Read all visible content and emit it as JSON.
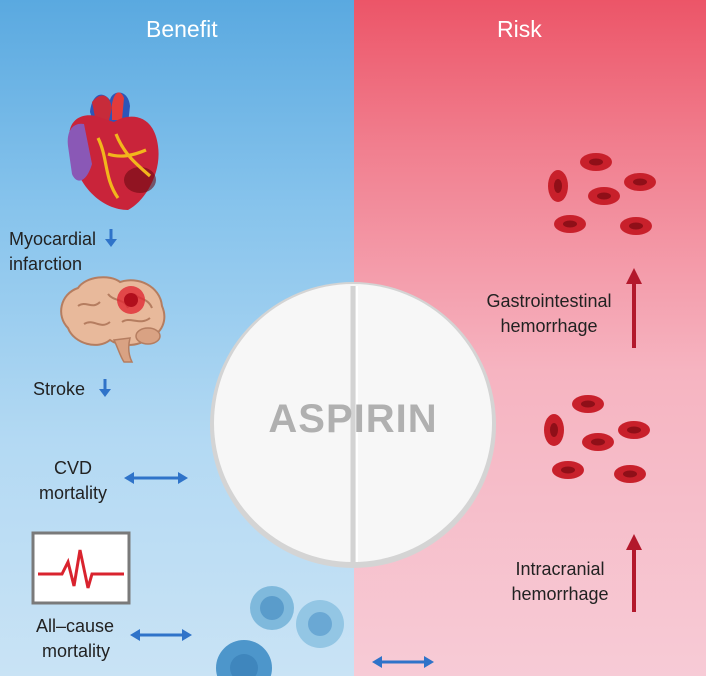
{
  "header": {
    "benefit": "Benefit",
    "risk": "Risk"
  },
  "pill": {
    "text": "ASPIRIN"
  },
  "benefits": {
    "mi": {
      "line1": "Myocardial",
      "line2": "infarction",
      "effect": "decrease"
    },
    "stroke": {
      "label": "Stroke",
      "effect": "decrease"
    },
    "cvd": {
      "line1": "CVD",
      "line2": "mortality",
      "effect": "no change"
    },
    "allcause": {
      "line1": "All–cause",
      "line2": "mortality",
      "effect": "no change"
    }
  },
  "risks": {
    "gi": {
      "line1": "Gastrointestinal",
      "line2": "hemorrhage",
      "effect": "increase"
    },
    "ic": {
      "line1": "Intracranial",
      "line2": "hemorrhage",
      "effect": "increase"
    }
  },
  "colors": {
    "benefit_arrow": "#2f73c9",
    "risk_arrow": "#b3182c",
    "cell_red": "#c8202b"
  },
  "icons": [
    "heart-icon",
    "brain-icon",
    "ecg-monitor-icon",
    "cancer-cell-icon",
    "red-blood-cells-icon"
  ]
}
